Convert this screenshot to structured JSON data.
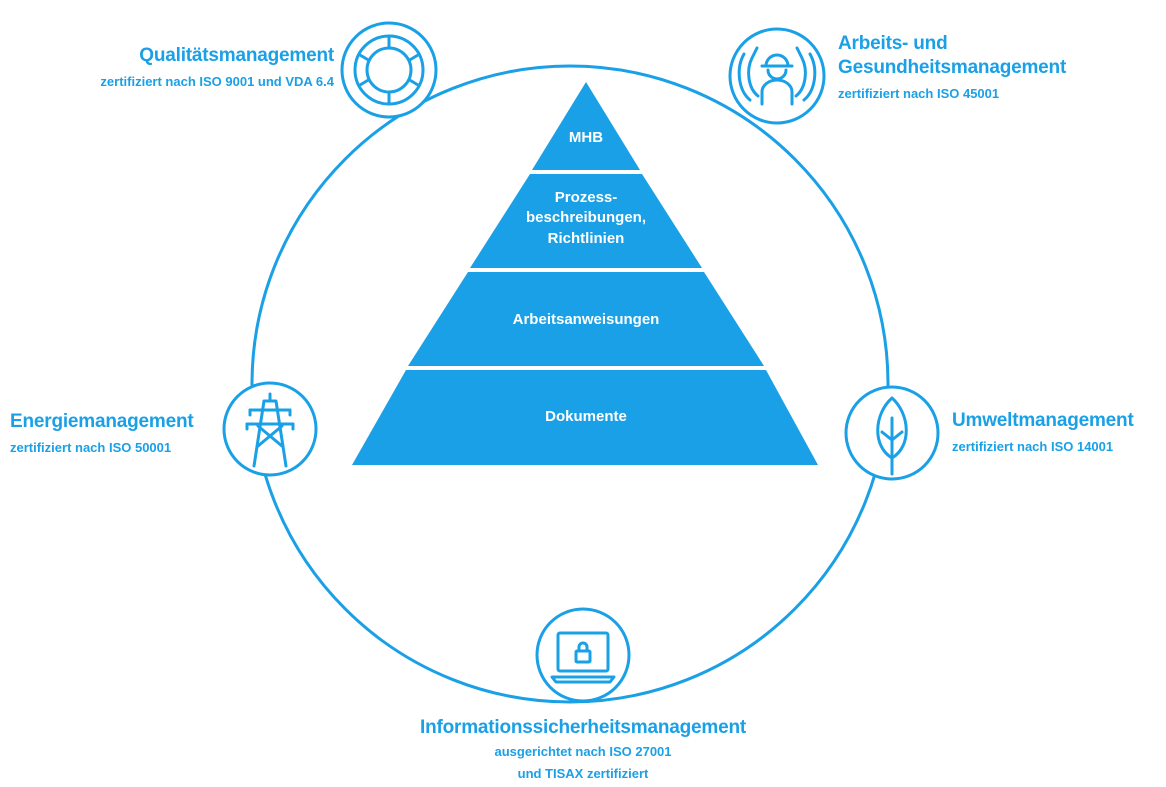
{
  "colors": {
    "accent": "#1aa0e6",
    "node_fill": "#ffffff",
    "pyramid_text": "#ffffff"
  },
  "pyramid": {
    "levels": [
      {
        "label": "MHB"
      },
      {
        "label_lines": [
          "Prozess-",
          "beschreibungen,",
          "Richtlinien"
        ]
      },
      {
        "label": "Arbeitsanweisungen"
      },
      {
        "label": "Dokumente"
      }
    ]
  },
  "nodes": {
    "quality": {
      "title": "Qualitätsmanagement",
      "subtitle": "zertifiziert nach ISO 9001 und VDA 6.4",
      "icon": "cycle-arrows-icon"
    },
    "health": {
      "title_lines": [
        "Arbeits- und",
        "Gesundheitsmanagement"
      ],
      "subtitle": "zertifiziert nach ISO 45001",
      "icon": "protected-worker-icon"
    },
    "energy": {
      "title": "Energiemanagement",
      "subtitle": "zertifiziert nach ISO 50001",
      "icon": "power-pylon-icon"
    },
    "environment": {
      "title": "Umweltmanagement",
      "subtitle": "zertifiziert nach ISO 14001",
      "icon": "leaf-icon"
    },
    "infosec": {
      "title": "Informationssicherheitsmanagement",
      "subtitle_lines": [
        "ausgerichtet nach ISO 27001",
        "und TISAX zertifiziert"
      ],
      "icon": "laptop-lock-icon"
    }
  }
}
